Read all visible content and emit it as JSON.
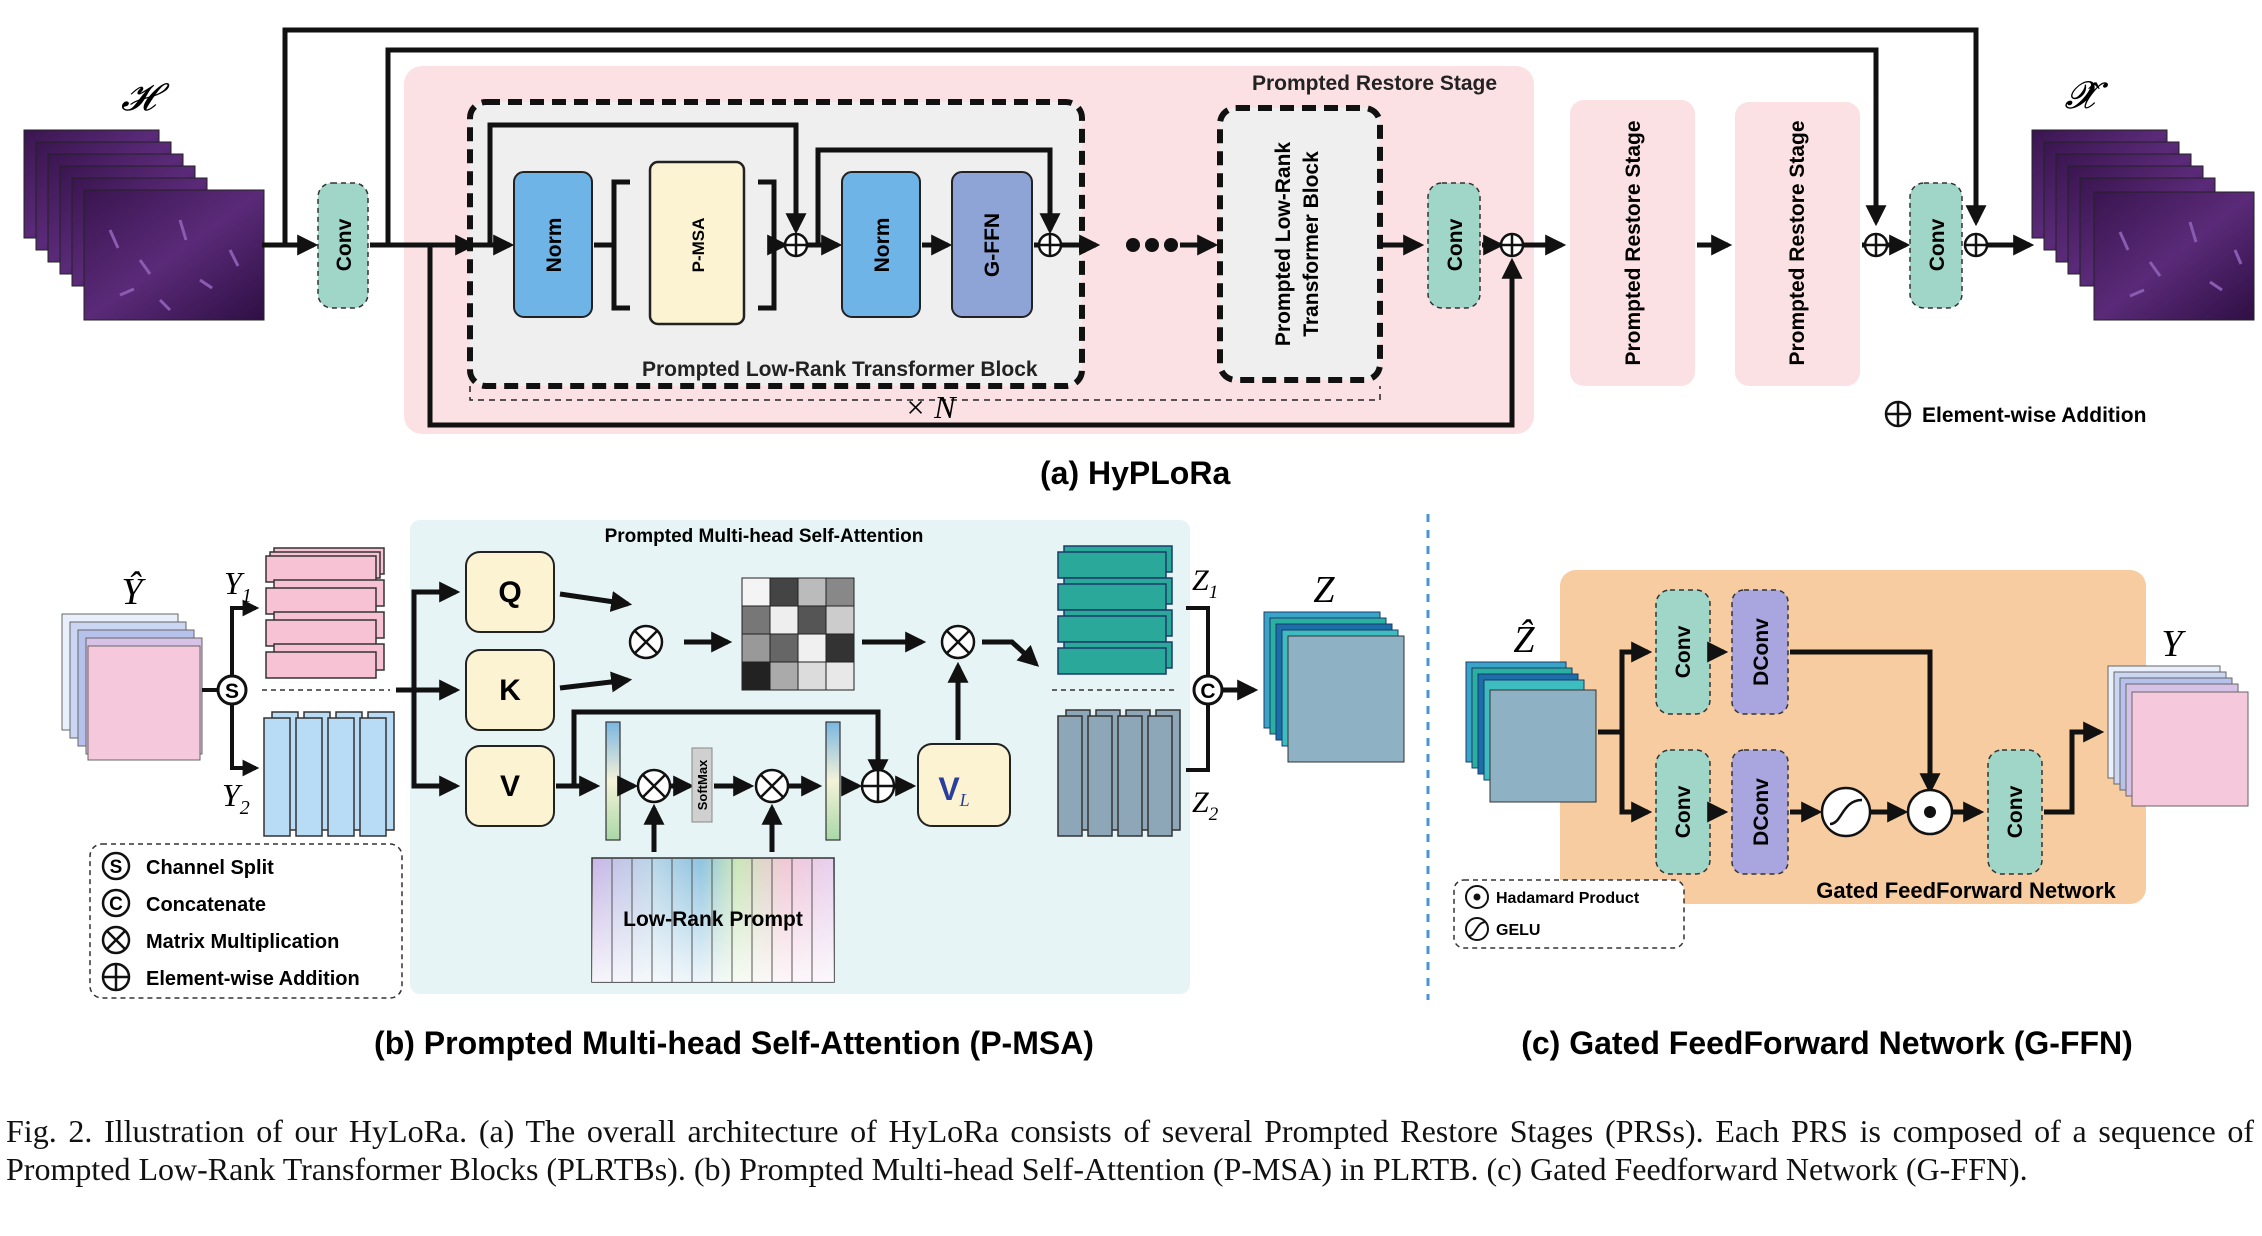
{
  "panel_a": {
    "title": "(a) HyPLoRa",
    "input_symbol": "𝓗",
    "output_symbol": "𝓧̂",
    "stage_label": "Prompted Restore Stage",
    "block_label": "Prompted Low-Rank Transformer Block",
    "repeat_label": "× N",
    "conv": "Conv",
    "norm": "Norm",
    "pmsa": "P-MSA",
    "gffn": "G-FFN",
    "plrtb_line1": "Prompted Low-Rank",
    "plrtb_line2": "Transformer Block",
    "stage2": "Prompted Restore Stage",
    "stage3": "Prompted Restore Stage",
    "legend_add": "Element-wise Addition"
  },
  "panel_b": {
    "title": "(b) Prompted Multi-head Self-Attention (P-MSA)",
    "region_label": "Prompted Multi-head Self-Attention",
    "y_hat": "Ŷ",
    "y1": "Y",
    "y1_sub": "1",
    "y2": "Y",
    "y2_sub": "2",
    "q": "Q",
    "k": "K",
    "v": "V",
    "vl": "V",
    "vl_sub": "L",
    "softmax": "SoftMax",
    "prompt": "Low-Rank Prompt",
    "z1": "Z",
    "z1_sub": "1",
    "z2": "Z",
    "z2_sub": "2",
    "z": "Z",
    "split_symbol": "S",
    "concat_symbol": "C",
    "legend": {
      "split": "Channel Split",
      "concat": "Concatenate",
      "matmul": "Matrix Multiplication",
      "add": "Element-wise Addition"
    }
  },
  "panel_c": {
    "title": "(c) Gated FeedForward Network (G-FFN)",
    "region_label": "Gated FeedForward Network",
    "z_hat": "Ẑ",
    "y": "Y",
    "conv": "Conv",
    "dconv": "DConv",
    "legend": {
      "hadamard": "Hadamard Product",
      "gelu": "GELU"
    }
  },
  "caption": "Fig. 2.  Illustration of our HyLoRa. (a) The overall architecture of HyLoRa consists of several Prompted Restore Stages (PRSs). Each PRS is composed of a sequence of Prompted Low-Rank Transformer Blocks (PLRTBs). (b) Prompted Multi-head Self-Attention (P-MSA) in PLRTB. (c) Gated Feedforward Network (G-FFN).",
  "colors": {
    "stage_bg": "#fbe1e4",
    "block_bg": "#efefef",
    "conv": "#9fd6c8",
    "norm": "#6fb4e6",
    "pmsa": "#fbf3d2",
    "gffn": "#8ea4d6",
    "attn_bg": "#e6f4f6",
    "ffn_bg": "#f6cca0",
    "dconv": "#a9a6df",
    "legend_dash": "#333333",
    "divider": "#4b93d6"
  }
}
